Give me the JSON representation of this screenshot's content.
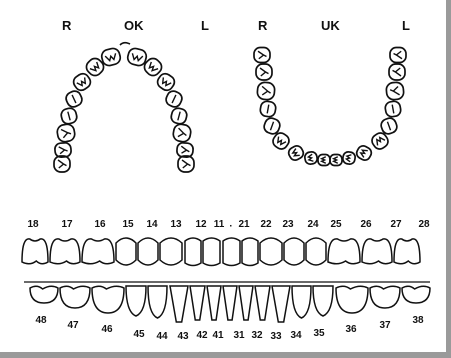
{
  "upper_jaw": {
    "title": "OK",
    "right_label": "R",
    "left_label": "L"
  },
  "lower_jaw": {
    "title": "UK",
    "right_label": "R",
    "left_label": "L"
  },
  "upper_row_numbers": [
    "18",
    "17",
    "16",
    "15",
    "14",
    "13",
    "12",
    "11",
    "21",
    "22",
    "23",
    "24",
    "25",
    "26",
    "27",
    "28"
  ],
  "lower_row_numbers": [
    "48",
    "47",
    "46",
    "45",
    "44",
    "43",
    "42",
    "41",
    "31",
    "32",
    "33",
    "34",
    "35",
    "36",
    "37",
    "38"
  ],
  "separator_mark": "·",
  "colors": {
    "ink": "#111111",
    "frame": "#9a9a9a",
    "background": "#ffffff"
  }
}
